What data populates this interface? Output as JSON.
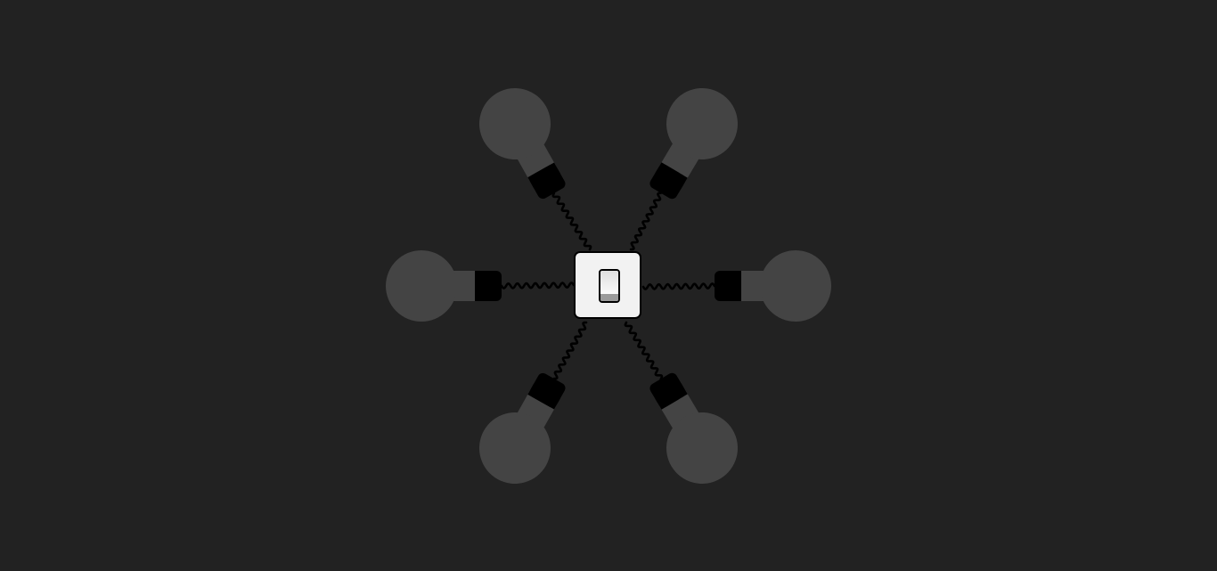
{
  "colors": {
    "background": "#222222",
    "bulb_off": "#444444",
    "bulb_on": "#f5d76e",
    "socket": "#000000",
    "wire": "#000000",
    "switch_plate": "#f2f2f2"
  },
  "switch": {
    "on": false
  },
  "bulbs": [
    {
      "id": "top-left",
      "lit": false
    },
    {
      "id": "top-right",
      "lit": false
    },
    {
      "id": "left",
      "lit": false
    },
    {
      "id": "right",
      "lit": false
    },
    {
      "id": "bottom-left",
      "lit": false
    },
    {
      "id": "bottom-right",
      "lit": false
    }
  ]
}
